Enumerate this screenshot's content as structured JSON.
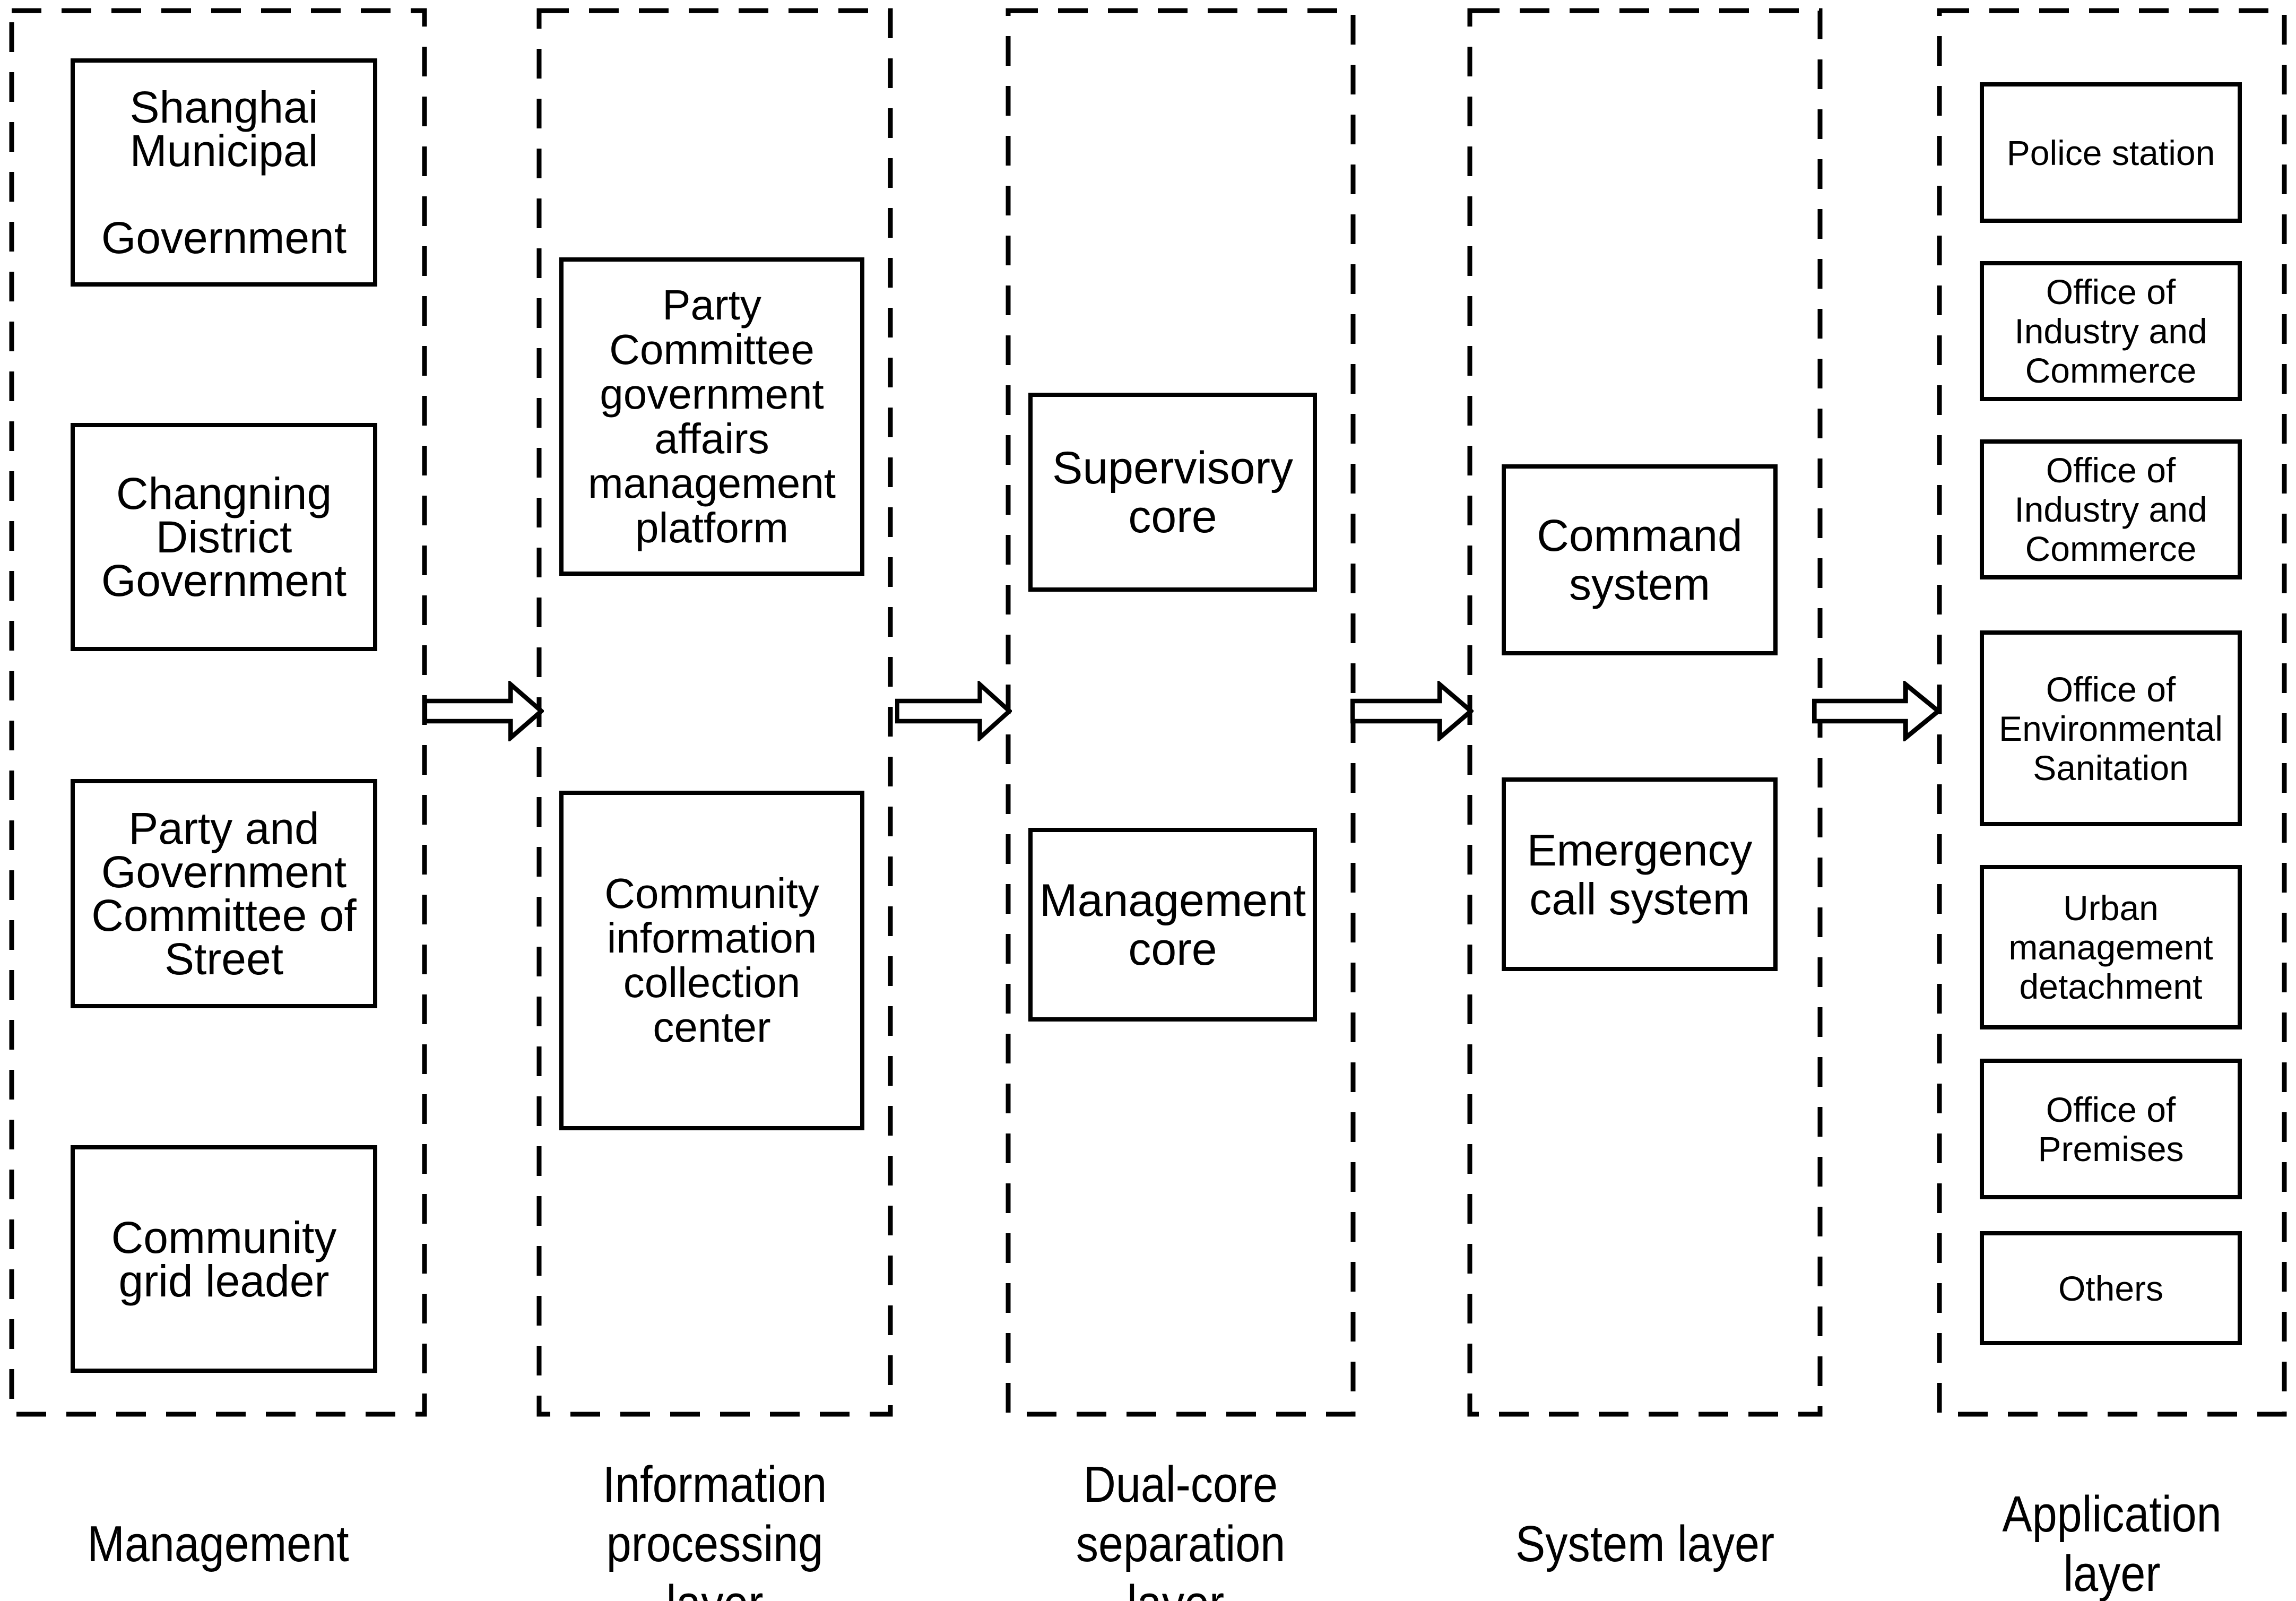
{
  "colors": {
    "ink": "#000000",
    "paper": "#ffffff"
  },
  "flow": {
    "direction": "left-to-right",
    "arrow_count": 4
  },
  "layers": [
    {
      "label": "Management",
      "nodes": [
        "Shanghai Municipal\n\nGovernment",
        "Changning\nDistrict\nGovernment",
        "Party and\nGovernment\nCommittee of\nStreet",
        "Community\ngrid leader"
      ]
    },
    {
      "label": "Information\nprocessing layer",
      "nodes": [
        "Party\nCommittee\ngovernment\naffairs\nmanagement\nplatform",
        "Community\ninformation\ncollection\ncenter"
      ]
    },
    {
      "label": "Dual-core\nseparation layer.",
      "nodes": [
        "Supervisory\ncore",
        "Management\ncore"
      ]
    },
    {
      "label": "System layer",
      "nodes": [
        "Command\nsystem",
        "Emergency\ncall system"
      ]
    },
    {
      "label": "Application layer",
      "nodes": [
        "Police station",
        "Office of\nIndustry and\nCommerce",
        "Office of\nIndustry and\nCommerce",
        "Office of\nEnvironmental\nSanitation",
        "Urban\nmanagement\ndetachment",
        "Office of\nPremises",
        "Others"
      ]
    }
  ]
}
